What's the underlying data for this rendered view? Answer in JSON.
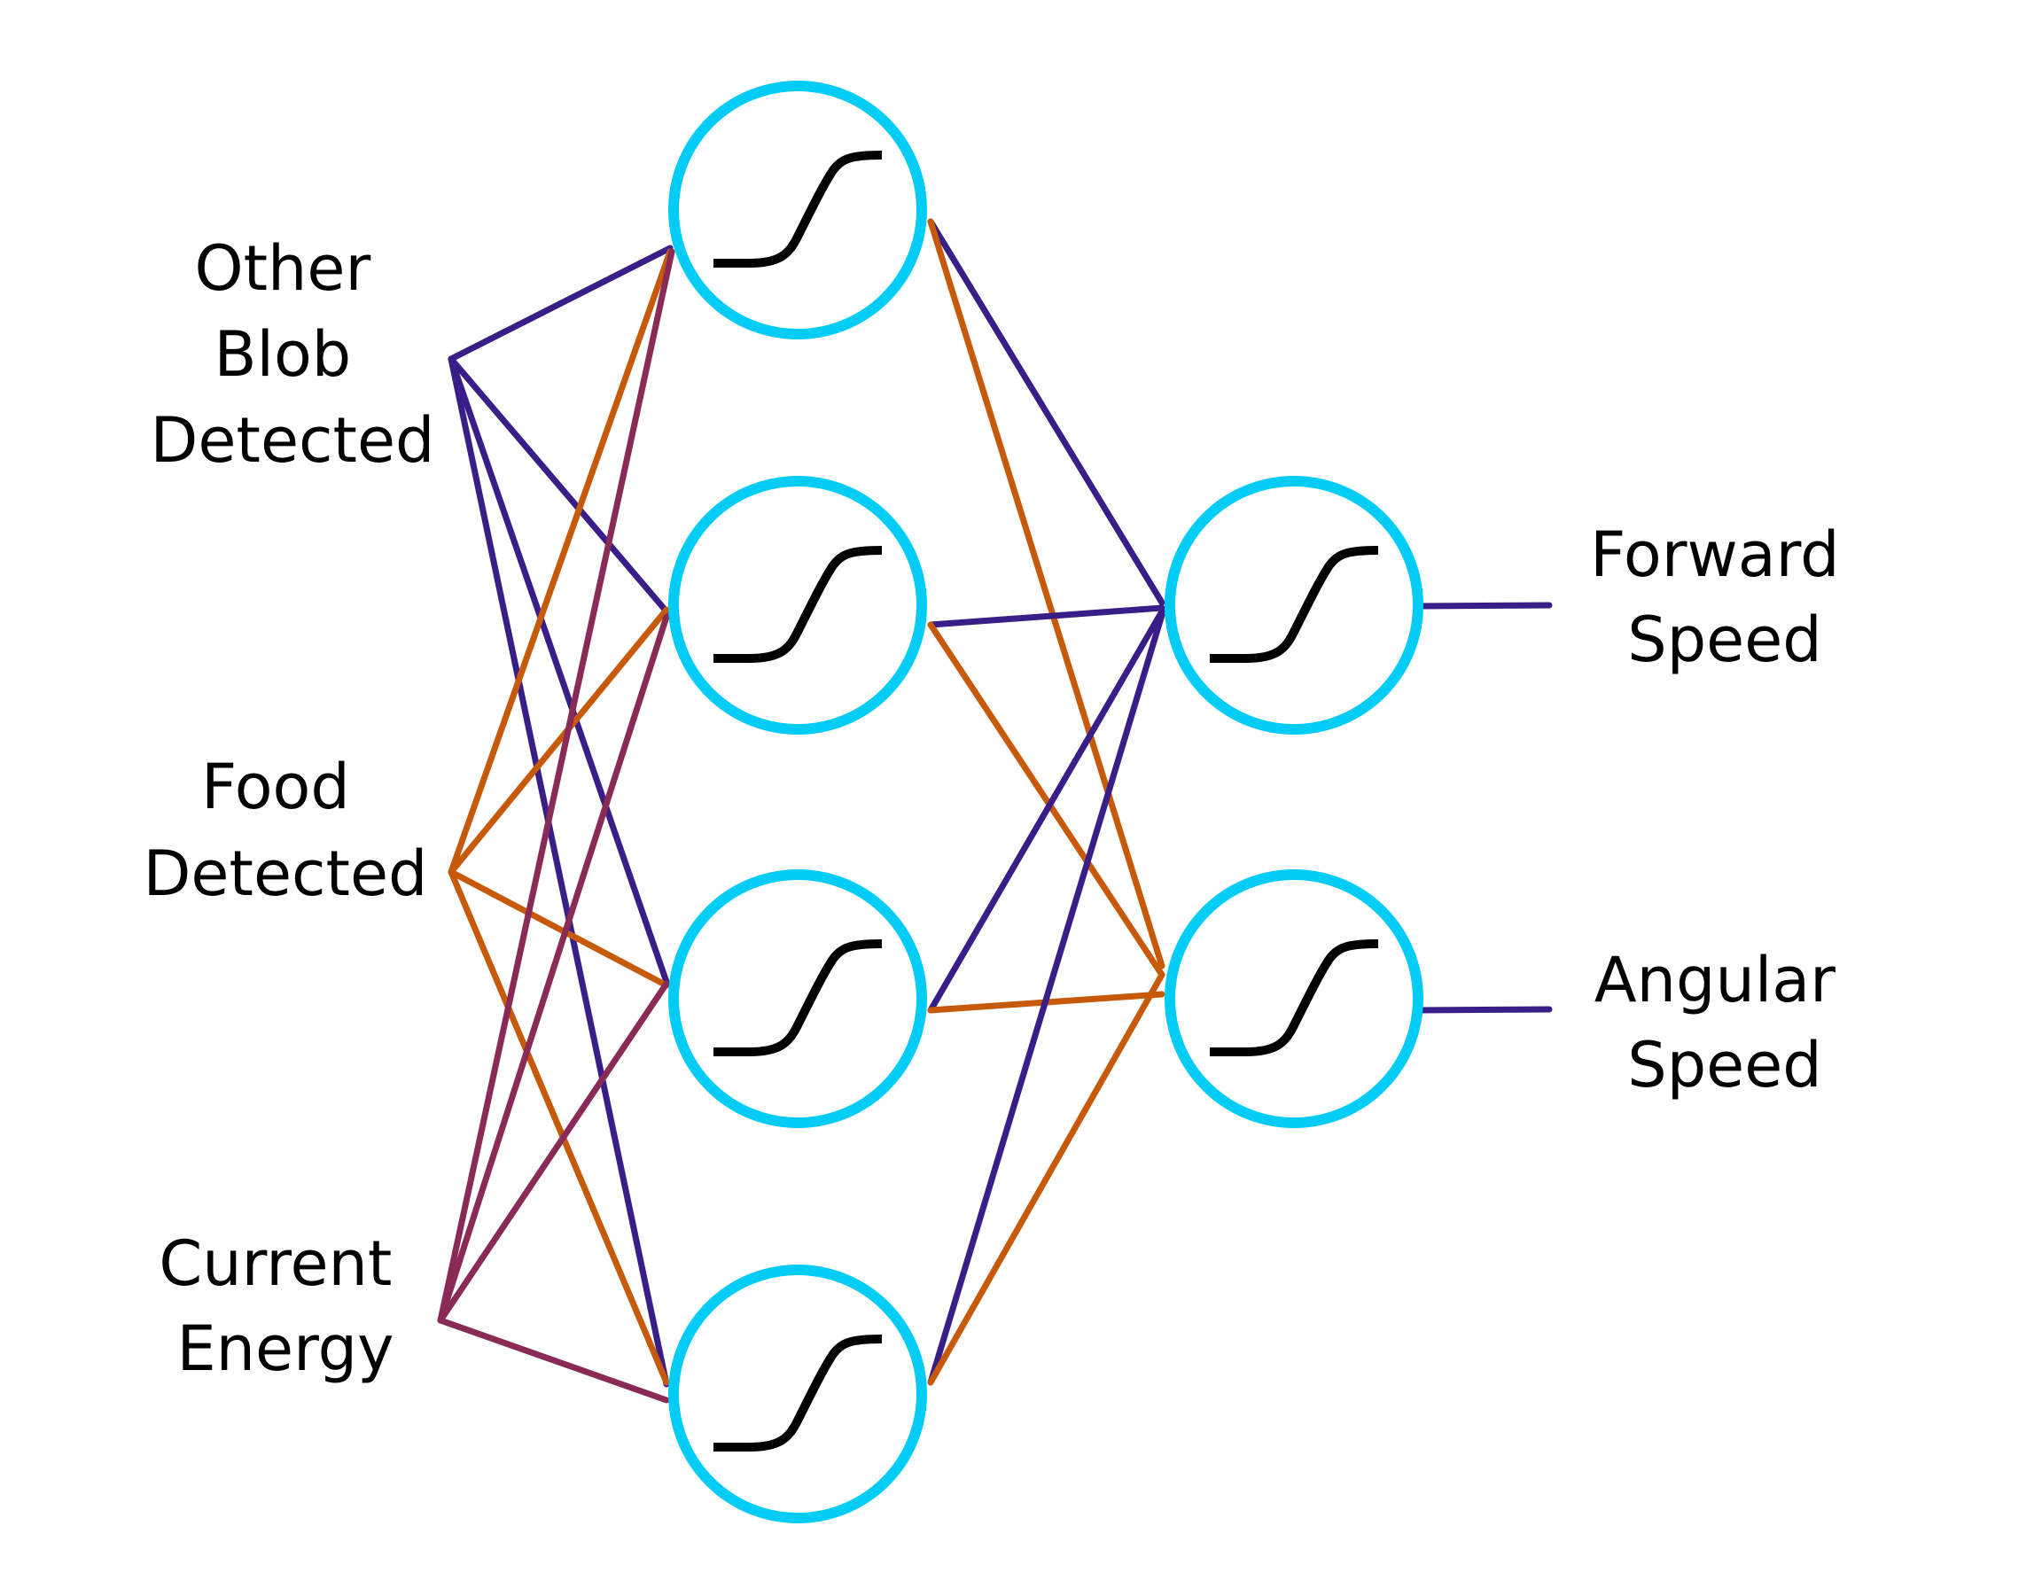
{
  "input_labels": {
    "other_blob": [
      "Other",
      "Blob",
      "Detected"
    ],
    "food": [
      "Food",
      "Detected"
    ],
    "energy": [
      "Current",
      "Energy"
    ]
  },
  "output_labels": {
    "forward": [
      "Forward",
      "Speed"
    ],
    "angular": [
      "Angular",
      "Speed"
    ]
  },
  "colors": {
    "node_ring": "#00CCF5",
    "sigmoid": "#000000",
    "other_blob_edges": "#3A1E87",
    "food_edges": "#C75A0A",
    "energy_edges": "#8A2A57",
    "hidden_to_output_a": "#3A1E87",
    "hidden_to_output_b": "#C75A0A",
    "output_edges": "#3A1E87"
  },
  "icons": {
    "activation": "sigmoid-icon"
  }
}
